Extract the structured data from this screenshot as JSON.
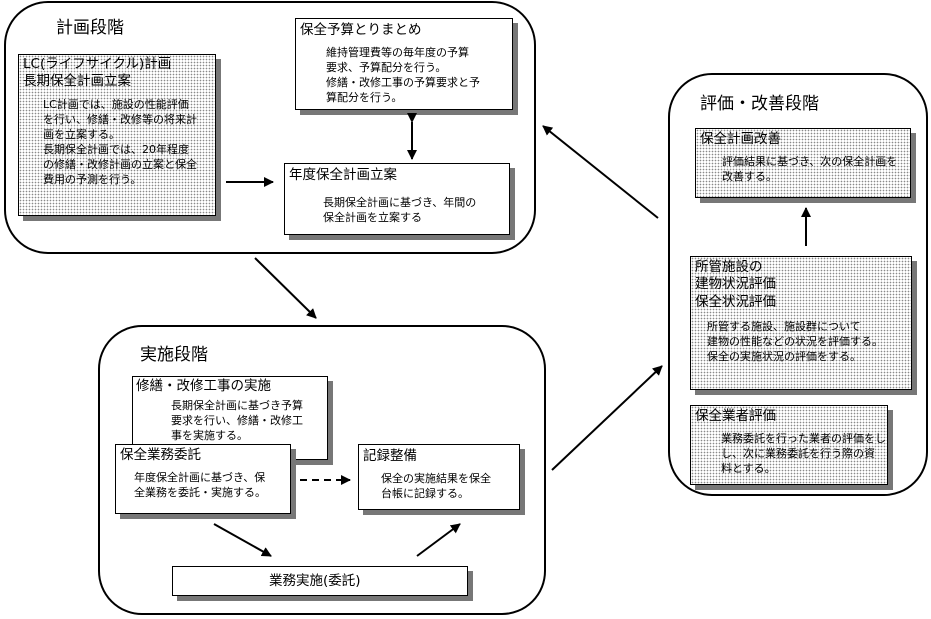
{
  "phases": {
    "planning": {
      "title": "計画段階",
      "lc_plan": {
        "title_line1": "LC(ライフサイクル)計画",
        "title_line2": "長期保全計画立案",
        "body": "LC計画では、施設の性能評価\nを行い、修繕・改修等の将来計\n画を立案する。\n長期保全計画では、20年程度\nの修繕・改修計画の立案と保全\n費用の予測を行う。"
      },
      "budget": {
        "title": "保全予算とりまとめ",
        "body": "維持管理費等の毎年度の予算\n要求、予算配分を行う。\n修繕・改修工事の予算要求と予\n算配分を行う。"
      },
      "annual_plan": {
        "title": "年度保全計画立案",
        "body": "長期保全計画に基づき、年間の\n保全計画を立案する"
      }
    },
    "implementation": {
      "title": "実施段階",
      "repair": {
        "title": "修繕・改修工事の実施",
        "body": "長期保全計画に基づき予算\n要求を行い、修繕・改修工\n事を実施する。"
      },
      "maintenance_outsourcing": {
        "title": "保全業務委託",
        "body": "年度保全計画に基づき、保\n全業務を委託・実施する。"
      },
      "records": {
        "title": "記録整備",
        "body": "保全の実施結果を保全\n台帳に記録する。"
      },
      "execution": {
        "title": "業務実施(委託)"
      }
    },
    "evaluation": {
      "title": "評価・改善段階",
      "plan_improvement": {
        "title": "保全計画改善",
        "body": "評価結果に基づき、次の保全計画を\n改善する。"
      },
      "facility_evaluation": {
        "title_line1": "所管施設の",
        "title_line2": "建物状況評価",
        "title_line3": "保全状況評価",
        "body": "所管する施設、施設群について\n建物の性能などの状況を評価する。\n保全の実施状況の評価をする。"
      },
      "contractor_evaluation": {
        "title": "保全業者評価",
        "body": "業務委託を行った業者の評価をし\nし、次に業務委託を行う際の資\n料とする。"
      }
    }
  }
}
